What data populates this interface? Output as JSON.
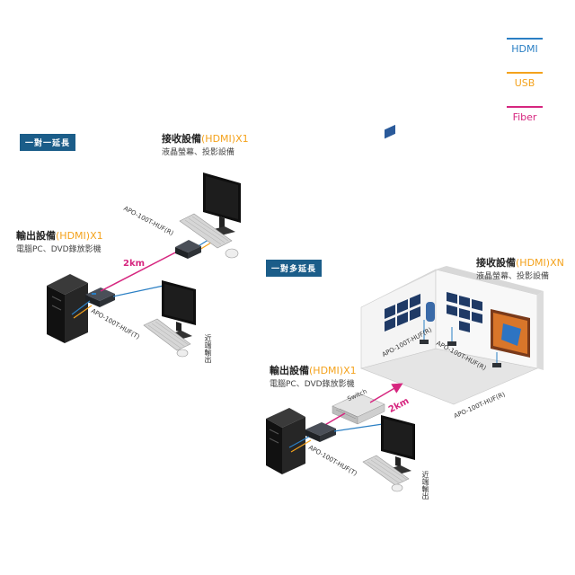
{
  "legend": [
    {
      "label": "HDMI",
      "color": "#2a7fc4"
    },
    {
      "label": "USB",
      "color": "#f4a21c"
    },
    {
      "label": "Fiber",
      "color": "#d6267f"
    }
  ],
  "section1": {
    "tag": "一對一延長",
    "receiver": {
      "title": "接收設備",
      "suffix": "(HDMI)",
      "count": "X1",
      "subtitle": "液晶螢幕、投影設備"
    },
    "sender": {
      "title": "輸出設備",
      "suffix": "(HDMI)",
      "count": "X1",
      "subtitle": "電腦PC、DVD錄放影機"
    },
    "rx_model": "APO-100T-HUF(R)",
    "tx_model": "APO-100T-HUF(T)",
    "distance": "2km",
    "local": "近端輸出"
  },
  "section2": {
    "tag": "一對多延長",
    "receiver": {
      "title": "接收設備",
      "suffix": "(HDMI)",
      "count": "XN",
      "subtitle": "液晶螢幕、投影設備"
    },
    "sender": {
      "title": "輸出設備",
      "suffix": "(HDMI)",
      "count": "X1",
      "subtitle": "電腦PC、DVD錄放影機"
    },
    "rx_model_a": "APO-100T-HUF(R)",
    "rx_model_b": "APO-100T-HUF(R)",
    "rx_model_c": "APO-100T-HUF(R)",
    "tx_model": "APO-100T-HUF(T)",
    "switch": "Switch",
    "distance": "2km",
    "local": "近端輸出"
  }
}
